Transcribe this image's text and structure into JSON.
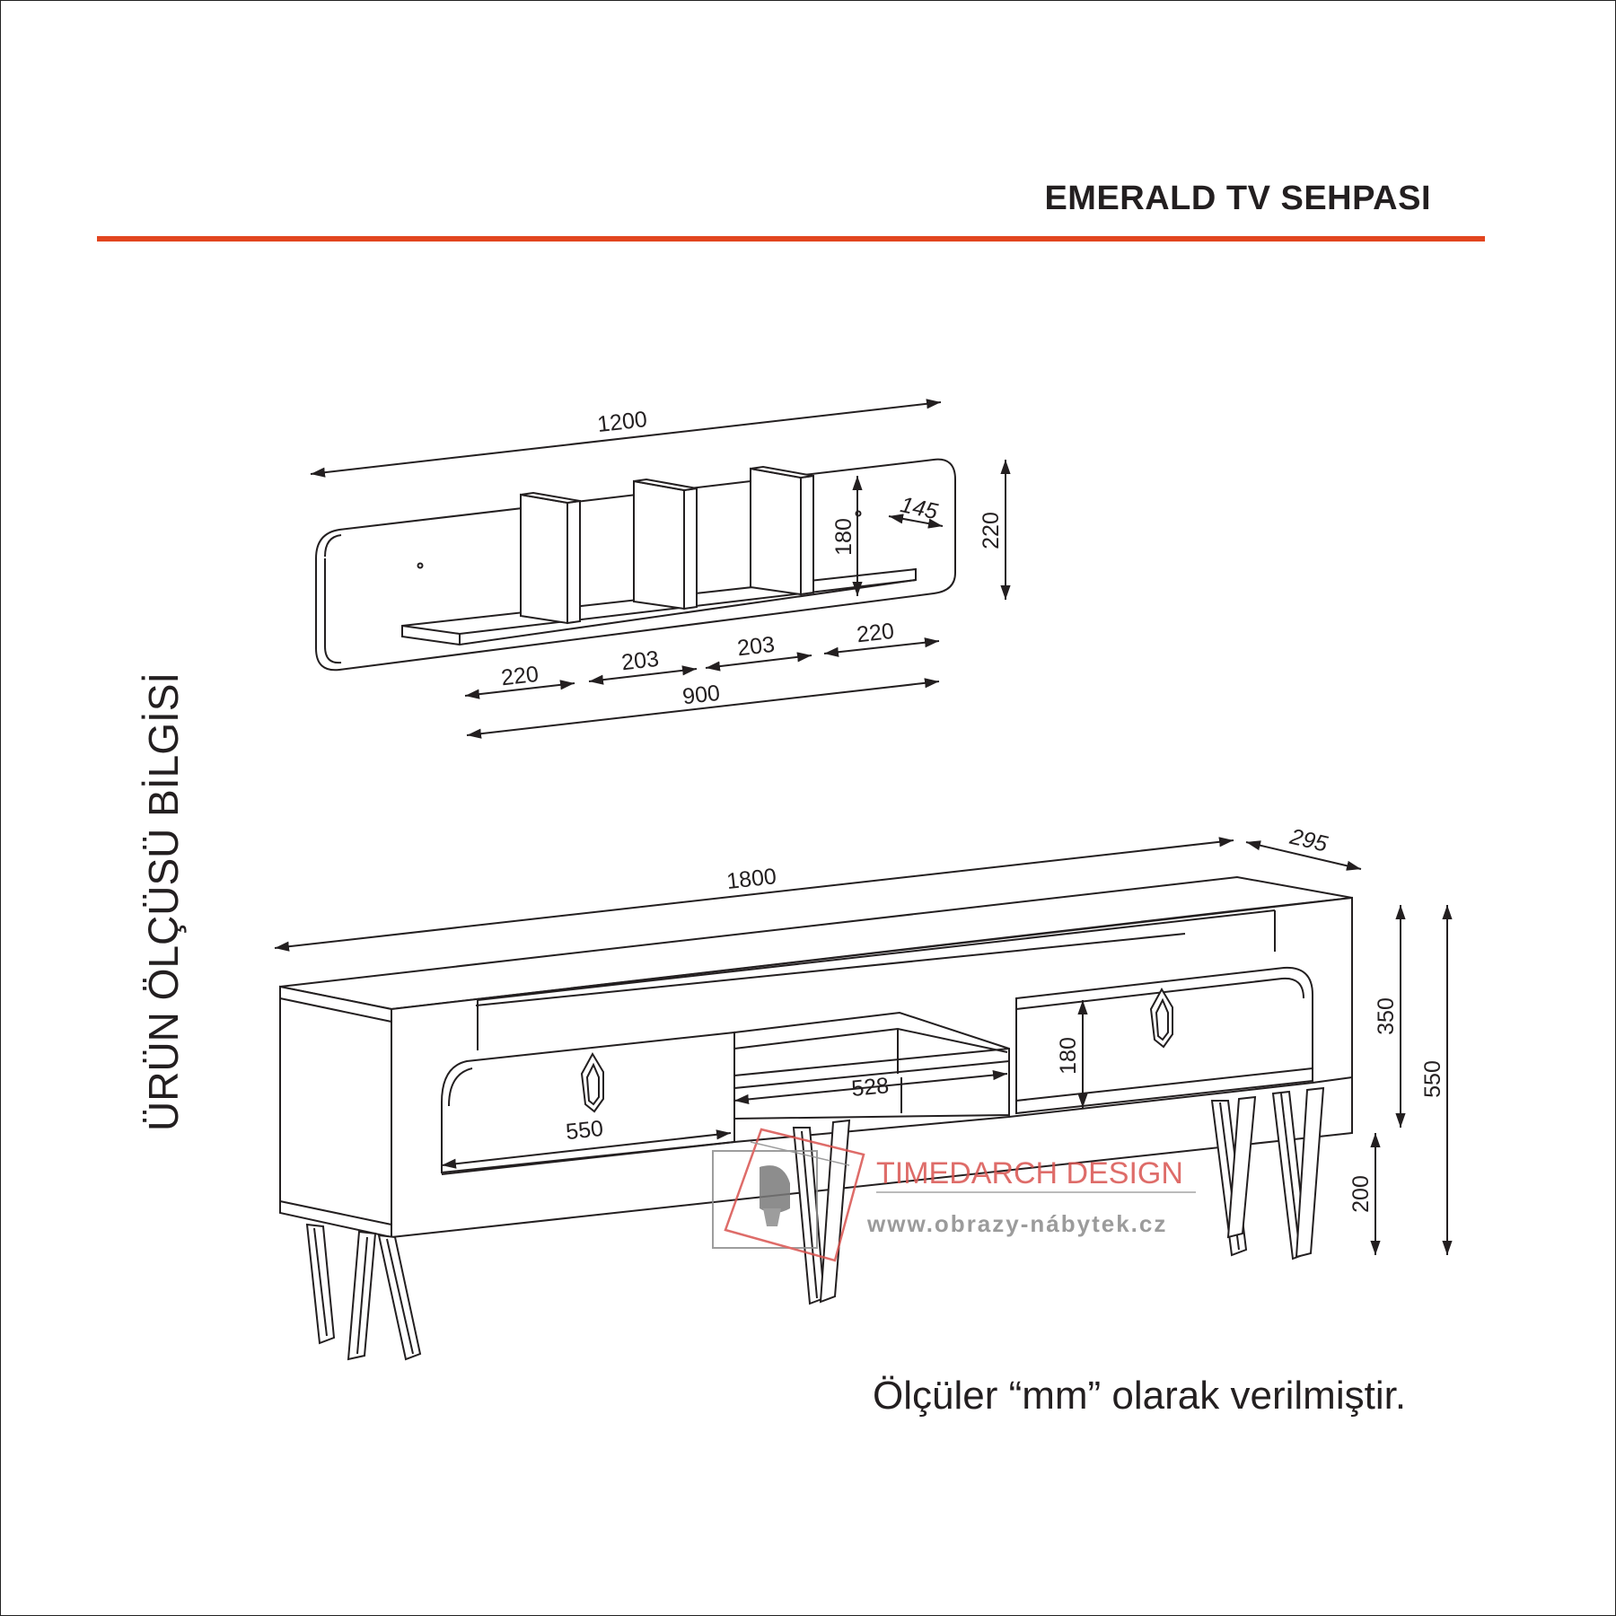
{
  "title": "EMERALD TV SEHPASI",
  "side_label": "ÜRÜN ÖLÇÜSÜ BİLGİSİ",
  "footnote": "Ölçüler “mm” olarak verilmiştir.",
  "colors": {
    "accent_rule": "#e2451f",
    "ink": "#231f20",
    "watermark": "#d9534f"
  },
  "shelf_dims": {
    "width_total": "1200",
    "niche_height": "180",
    "depth": "145",
    "height": "220",
    "seg_1": "220",
    "seg_2": "203",
    "seg_3": "203",
    "seg_4": "220",
    "board_width": "900"
  },
  "unit_dims": {
    "width": "1800",
    "depth": "295",
    "body_height": "350",
    "total_height": "550",
    "leg_height": "200",
    "drawer_height": "180",
    "open_width": "528",
    "drawer_width": "550"
  },
  "watermark": {
    "brand": "TIMEDARCH DESIGN",
    "url": "www.obrazy-nábytek.cz",
    "logo_icon": "chair-logo-icon"
  }
}
